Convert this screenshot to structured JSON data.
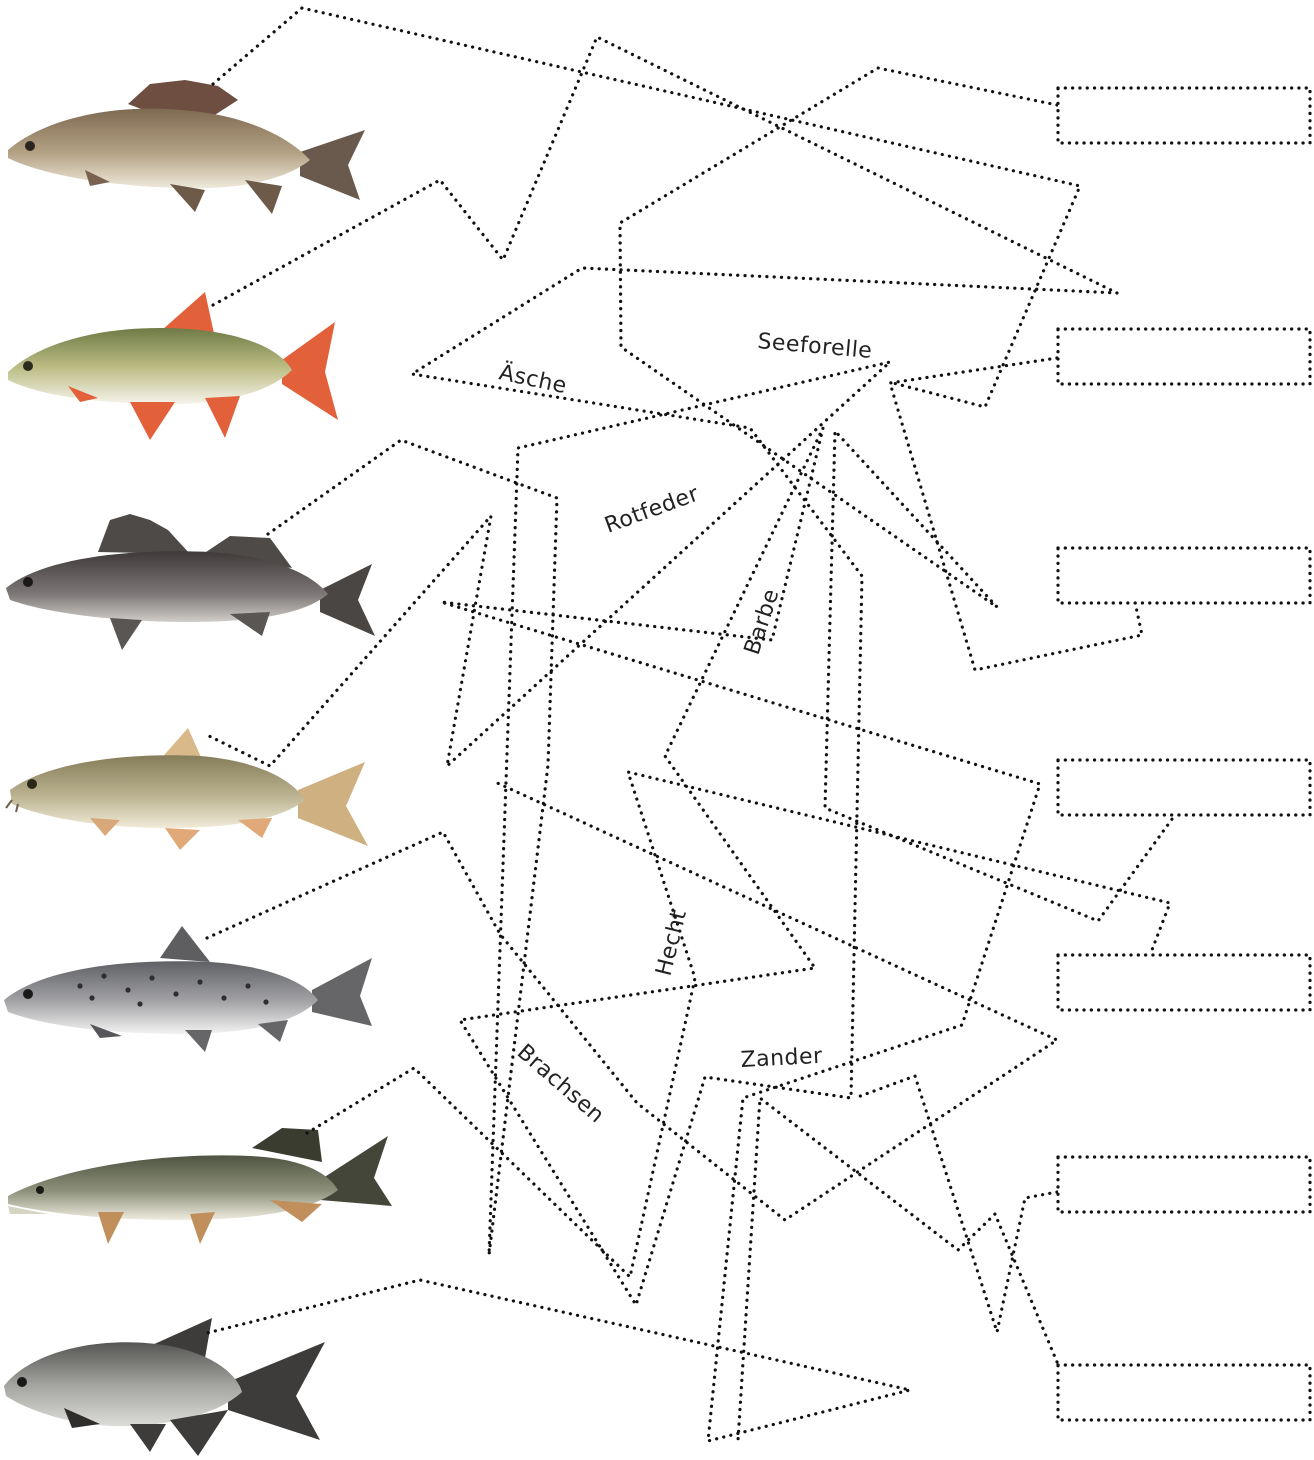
{
  "labels": {
    "seeforelle": "Seeforelle",
    "asche": "Äsche",
    "rotfeder": "Rotfeder",
    "barbe": "Barbe",
    "hecht": "Hecht",
    "zander": "Zander",
    "brachsen": "Brachsen"
  },
  "fish": [
    {
      "name": "grayling",
      "colors": {
        "body": "#9c8a6e",
        "belly": "#e8e0cc",
        "fin": "#7a5a4a"
      }
    },
    {
      "name": "rudd",
      "colors": {
        "body": "#9aa067",
        "belly": "#f2efe2",
        "fin": "#e2603a"
      }
    },
    {
      "name": "zander",
      "colors": {
        "body": "#6d6866",
        "belly": "#c9c6c2",
        "fin": "#4e4a48"
      }
    },
    {
      "name": "barbel",
      "colors": {
        "body": "#a9a07c",
        "belly": "#ece6d2",
        "fin": "#d9a87a"
      }
    },
    {
      "name": "lake-trout",
      "colors": {
        "body": "#8f8f91",
        "belly": "#eeeeee",
        "fin": "#666668"
      }
    },
    {
      "name": "pike",
      "colors": {
        "body": "#7b7f68",
        "belly": "#ece9dc",
        "fin": "#c18f5c"
      }
    },
    {
      "name": "bream",
      "colors": {
        "body": "#8a8a88",
        "belly": "#d4d4d0",
        "fin": "#3d3c3b"
      }
    }
  ],
  "answer_box_count": 7
}
